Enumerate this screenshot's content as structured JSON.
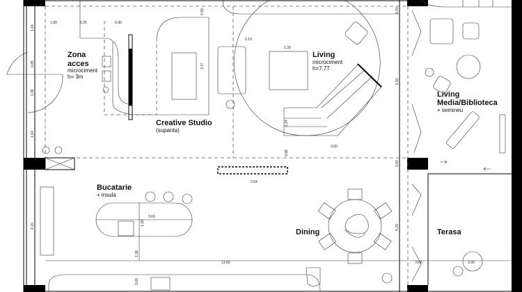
{
  "rooms": {
    "zona_acces": {
      "title_1": "Zona",
      "title_2": "acces",
      "sub_1": "microciment",
      "sub_2": "h= 3m"
    },
    "creative_studio": {
      "title": "Creative Studio",
      "sub": "(supanta)"
    },
    "living": {
      "title": "Living",
      "sub_1": "microciment",
      "sub_2": "h=7.77"
    },
    "living_media": {
      "title_1": "Living",
      "title_2": "Media/Biblioteca",
      "sub": "+ semineu"
    },
    "bucatarie": {
      "title": "Bucatarie",
      "sub": "+ insula"
    },
    "dining": {
      "title": "Dining"
    },
    "terasa": {
      "title": "Terasa"
    }
  },
  "dimensions": {
    "d1": "1.64",
    "d2": "0.85",
    "d3": "1.38",
    "d4": "1.64",
    "d5": "4.20",
    "d6": "1.38",
    "d7": "0.60",
    "d8": "0.59",
    "d9": "3.47",
    "d10": "0.30",
    "d11": "5.50",
    "d12": "0.40",
    "d13": "4.20",
    "d14": "0.60",
    "d15": "1.89",
    "d16": "0.25",
    "d17": "0.90",
    "d18": "1.39",
    "d19": "1.24",
    "d20": "0.98",
    "d21": "3.60",
    "d22": "2.64",
    "d23": "1.20",
    "d24": "3.60",
    "d25": "13.60",
    "d26": "3.30",
    "d27": "0.10"
  }
}
